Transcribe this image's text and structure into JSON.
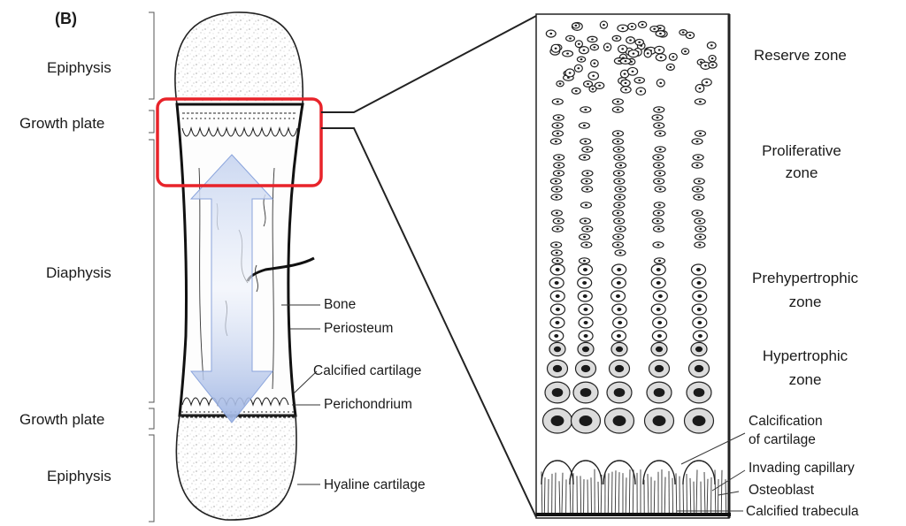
{
  "panel_label": "(B)",
  "left_labels": {
    "epiphysis_top": "Epiphysis",
    "growth_plate_top": "Growth plate",
    "diaphysis": "Diaphysis",
    "growth_plate_bottom": "Growth plate",
    "epiphysis_bottom": "Epiphysis"
  },
  "callouts": {
    "bone": "Bone",
    "periosteum": "Periosteum",
    "calcified_cartilage": "Calcified cartilage",
    "perichondrium": "Perichondrium",
    "hyaline_cartilage": "Hyaline cartilage"
  },
  "zones": {
    "reserve": "Reserve zone",
    "proliferative": [
      "Proliferative",
      "zone"
    ],
    "prehypertrophic": [
      "Prehypertrophic",
      "zone"
    ],
    "hypertrophic": [
      "Hypertrophic",
      "zone"
    ],
    "calcification": [
      "Calcification",
      "of cartilage"
    ],
    "invading_capillary": "Invading capillary",
    "osteoblast": "Osteoblast",
    "calcified_trabecula": "Calcified trabecula"
  },
  "colors": {
    "highlight_box": "#e8232a",
    "arrow_fill": "#aabfe6",
    "ink": "#1a1a1a"
  }
}
